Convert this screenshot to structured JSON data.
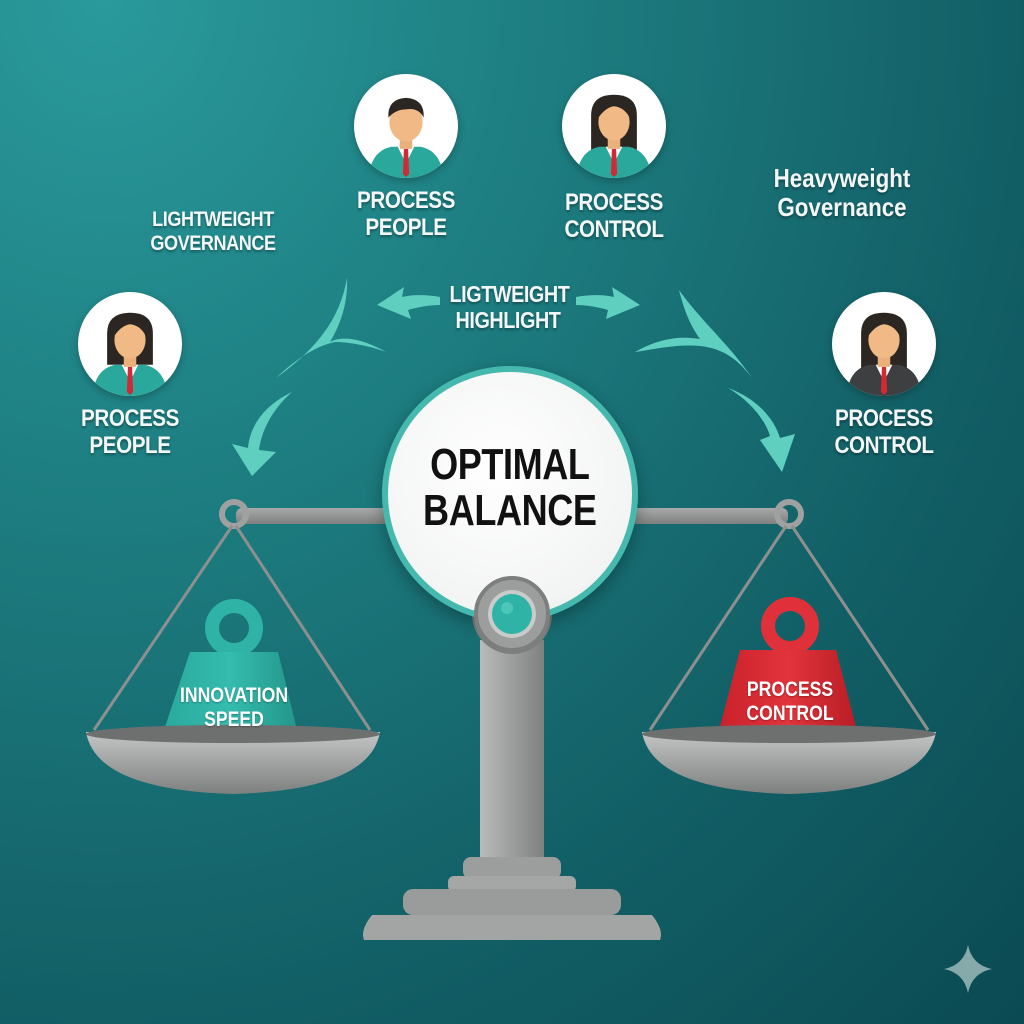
{
  "title": "Optimal Balance",
  "colors": {
    "background_light": "#2a9a9c",
    "background_dark": "#0b4a52",
    "accent_teal": "#45b9ae",
    "arrow_teal": "#5fcfc0",
    "innovation_weight": "#2fb3a6",
    "control_weight": "#d92b34",
    "metal_gray": "#9a9c9c",
    "text_light": "#f4f7f7",
    "text_dark": "#111111"
  },
  "corner_labels": {
    "top_left": [
      "LIGHTWEIGHT",
      "GOVERNANCE"
    ],
    "top_right": [
      "Heavyweight",
      "Governance"
    ]
  },
  "center_arrows_label": [
    "LIGTWEIGHT",
    "HIGHLIGHT"
  ],
  "personas": [
    {
      "id": "top-left",
      "label": [
        "PROCESS",
        "PEOPLE"
      ],
      "gender": "male",
      "suit": "teal"
    },
    {
      "id": "top-right",
      "label": [
        "PROCESS",
        "CONTROL"
      ],
      "gender": "female",
      "suit": "teal"
    },
    {
      "id": "side-left",
      "label": [
        "PROCESS",
        "PEOPLE"
      ],
      "gender": "female",
      "suit": "teal"
    },
    {
      "id": "side-right",
      "label": [
        "PROCESS",
        "CONTROL"
      ],
      "gender": "female",
      "suit": "dark-gray"
    }
  ],
  "center": {
    "label": [
      "OPTIMAL",
      "BALANCE"
    ]
  },
  "scale": {
    "left_pan": {
      "weight_label": [
        "INNOVATION",
        "SPEED"
      ],
      "weight_color": "teal"
    },
    "right_pan": {
      "weight_label": [
        "PROCESS",
        "CONTROL"
      ],
      "weight_color": "red"
    }
  },
  "icons": {
    "corner_mark": "sparkle-icon"
  }
}
